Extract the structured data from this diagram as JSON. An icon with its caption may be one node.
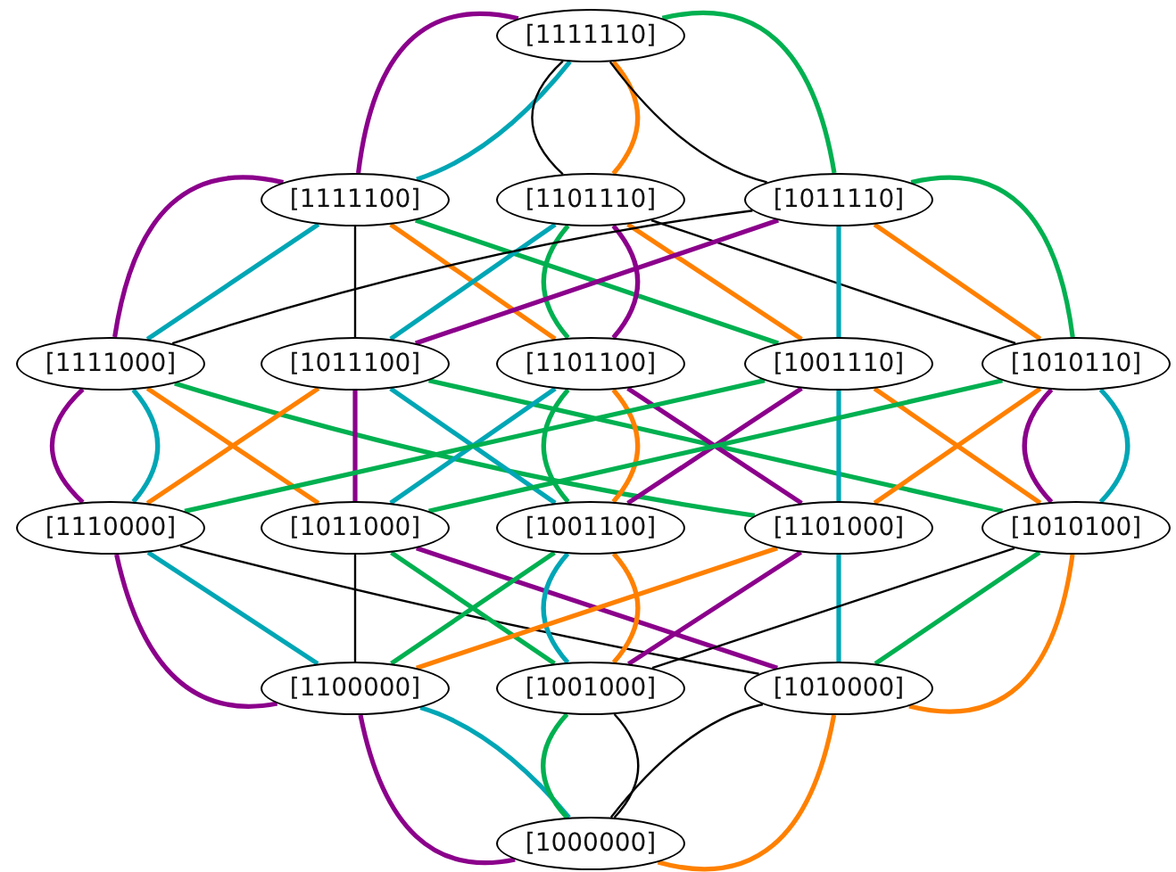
{
  "diagram": {
    "nodes": [
      {
        "text": [
          "[1111110]"
        ]
      },
      {
        "text": [
          "[1111100]"
        ]
      },
      {
        "text": [
          "[1101110]"
        ]
      },
      {
        "text": [
          "[1011110]"
        ]
      },
      {
        "text": [
          "[1111000]"
        ]
      },
      {
        "text": [
          "[1011100]"
        ]
      },
      {
        "text": [
          "[1101100]"
        ]
      },
      {
        "text": [
          "[1001110]"
        ]
      },
      {
        "text": [
          "[1010110]"
        ]
      },
      {
        "text": [
          "[1110000]"
        ]
      },
      {
        "text": [
          "[1011000]"
        ]
      },
      {
        "text": [
          "[1001100]"
        ]
      },
      {
        "text": [
          "[1101000]"
        ]
      },
      {
        "text": [
          "[1010100]"
        ]
      },
      {
        "text": [
          "[1100000]"
        ]
      },
      {
        "text": [
          "[1001000]"
        ]
      },
      {
        "text": [
          "[1010000]"
        ]
      },
      {
        "text": [
          "[1000000]"
        ]
      }
    ],
    "edges": [
      {
        "from": 0,
        "to": 1,
        "arrow": "none",
        "color": "#8b008b"
      },
      {
        "from": 0,
        "to": 1,
        "arrow": "none",
        "color": "#00a6b5"
      },
      {
        "from": 0,
        "to": 2,
        "arrow": "none",
        "color": "#000000"
      },
      {
        "from": 0,
        "to": 2,
        "arrow": "none",
        "color": "#ff8000"
      },
      {
        "from": 0,
        "to": 3,
        "arrow": "none",
        "color": "#000000"
      },
      {
        "from": 0,
        "to": 3,
        "arrow": "none",
        "color": "#00b050"
      },
      {
        "from": 1,
        "to": 4,
        "arrow": "none",
        "color": "#8b008b"
      },
      {
        "from": 1,
        "to": 4,
        "arrow": "none",
        "color": "#00a6b5"
      },
      {
        "from": 1,
        "to": 5,
        "arrow": "none",
        "color": "#000000"
      },
      {
        "from": 1,
        "to": 6,
        "arrow": "none",
        "color": "#ff8000"
      },
      {
        "from": 1,
        "to": 7,
        "arrow": "none",
        "color": "#00b050"
      },
      {
        "from": 2,
        "to": 5,
        "arrow": "none",
        "color": "#00a6b5"
      },
      {
        "from": 2,
        "to": 6,
        "arrow": "none",
        "color": "#00b050"
      },
      {
        "from": 2,
        "to": 6,
        "arrow": "none",
        "color": "#8b008b"
      },
      {
        "from": 2,
        "to": 7,
        "arrow": "none",
        "color": "#ff8000"
      },
      {
        "from": 2,
        "to": 8,
        "arrow": "none",
        "color": "#000000"
      },
      {
        "from": 3,
        "to": 4,
        "arrow": "none",
        "color": "#000000"
      },
      {
        "from": 3,
        "to": 5,
        "arrow": "none",
        "color": "#8b008b"
      },
      {
        "from": 3,
        "to": 7,
        "arrow": "none",
        "color": "#00a6b5"
      },
      {
        "from": 3,
        "to": 8,
        "arrow": "none",
        "color": "#00b050"
      },
      {
        "from": 3,
        "to": 8,
        "arrow": "none",
        "color": "#ff8000"
      },
      {
        "from": 4,
        "to": 9,
        "arrow": "none",
        "color": "#8b008b"
      },
      {
        "from": 4,
        "to": 9,
        "arrow": "none",
        "color": "#00a6b5"
      },
      {
        "from": 4,
        "to": 10,
        "arrow": "none",
        "color": "#ff8000"
      },
      {
        "from": 4,
        "to": 12,
        "arrow": "none",
        "color": "#00b050"
      },
      {
        "from": 5,
        "to": 9,
        "arrow": "none",
        "color": "#ff8000"
      },
      {
        "from": 5,
        "to": 10,
        "arrow": "none",
        "color": "#8b008b"
      },
      {
        "from": 5,
        "to": 11,
        "arrow": "none",
        "color": "#00a6b5"
      },
      {
        "from": 5,
        "to": 13,
        "arrow": "none",
        "color": "#00b050"
      },
      {
        "from": 6,
        "to": 10,
        "arrow": "none",
        "color": "#00a6b5"
      },
      {
        "from": 6,
        "to": 11,
        "arrow": "none",
        "color": "#00b050"
      },
      {
        "from": 6,
        "to": 11,
        "arrow": "none",
        "color": "#ff8000"
      },
      {
        "from": 6,
        "to": 12,
        "arrow": "none",
        "color": "#8b008b"
      },
      {
        "from": 7,
        "to": 9,
        "arrow": "none",
        "color": "#00b050"
      },
      {
        "from": 7,
        "to": 11,
        "arrow": "none",
        "color": "#8b008b"
      },
      {
        "from": 7,
        "to": 12,
        "arrow": "none",
        "color": "#00a6b5"
      },
      {
        "from": 7,
        "to": 13,
        "arrow": "none",
        "color": "#ff8000"
      },
      {
        "from": 8,
        "to": 10,
        "arrow": "none",
        "color": "#00b050"
      },
      {
        "from": 8,
        "to": 12,
        "arrow": "none",
        "color": "#ff8000"
      },
      {
        "from": 8,
        "to": 13,
        "arrow": "none",
        "color": "#8b008b"
      },
      {
        "from": 8,
        "to": 13,
        "arrow": "none",
        "color": "#00a6b5"
      },
      {
        "from": 9,
        "to": 14,
        "arrow": "none",
        "color": "#8b008b"
      },
      {
        "from": 9,
        "to": 14,
        "arrow": "none",
        "color": "#00a6b5"
      },
      {
        "from": 9,
        "to": 16,
        "arrow": "none",
        "color": "#000000"
      },
      {
        "from": 10,
        "to": 14,
        "arrow": "none",
        "color": "#000000"
      },
      {
        "from": 10,
        "to": 15,
        "arrow": "none",
        "color": "#00b050"
      },
      {
        "from": 10,
        "to": 16,
        "arrow": "none",
        "color": "#8b008b"
      },
      {
        "from": 11,
        "to": 14,
        "arrow": "none",
        "color": "#00b050"
      },
      {
        "from": 11,
        "to": 15,
        "arrow": "none",
        "color": "#00a6b5"
      },
      {
        "from": 11,
        "to": 15,
        "arrow": "none",
        "color": "#ff8000"
      },
      {
        "from": 12,
        "to": 14,
        "arrow": "none",
        "color": "#ff8000"
      },
      {
        "from": 12,
        "to": 15,
        "arrow": "none",
        "color": "#8b008b"
      },
      {
        "from": 12,
        "to": 16,
        "arrow": "none",
        "color": "#00a6b5"
      },
      {
        "from": 13,
        "to": 15,
        "arrow": "none",
        "color": "#000000"
      },
      {
        "from": 13,
        "to": 16,
        "arrow": "none",
        "color": "#00b050"
      },
      {
        "from": 13,
        "to": 16,
        "arrow": "none",
        "color": "#ff8000"
      },
      {
        "from": 14,
        "to": 17,
        "arrow": "none",
        "color": "#8b008b"
      },
      {
        "from": 14,
        "to": 17,
        "arrow": "none",
        "color": "#00a6b5"
      },
      {
        "from": 15,
        "to": 17,
        "arrow": "none",
        "color": "#00b050"
      },
      {
        "from": 15,
        "to": 17,
        "arrow": "none",
        "color": "#000000"
      },
      {
        "from": 16,
        "to": 17,
        "arrow": "none",
        "color": "#000000"
      },
      {
        "from": 16,
        "to": 17,
        "arrow": "none",
        "color": "#ff8000"
      }
    ]
  }
}
